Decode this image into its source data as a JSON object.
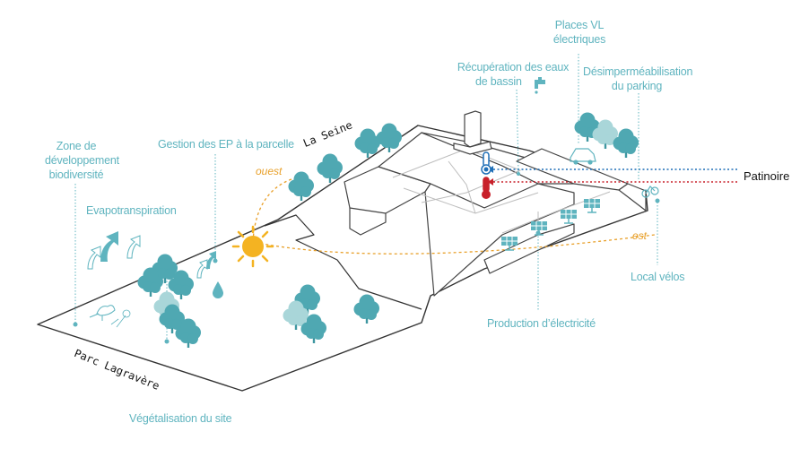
{
  "labels": {
    "places_vl": [
      "Places VL",
      "électriques"
    ],
    "recuperation": [
      "Récupération des eaux",
      "de bassin"
    ],
    "desimper": [
      "Désimperméabilisation",
      "du parking"
    ],
    "zone_dev": [
      "Zone de",
      "développement",
      "biodiversité"
    ],
    "gestion_ep": "Gestion des EP à la parcelle",
    "evapo": "Evapotranspiration",
    "vegetalisation": "Végétalisation du site",
    "production": "Production d’électricité",
    "local_velos": "Local vélos",
    "patinoire": "Patinoire",
    "la_seine": "La Seine",
    "parc": "Parc Lagravère",
    "ouest": "ouest",
    "est": "est"
  },
  "colors": {
    "teal": "#5fb4bf",
    "tree_dark": "#4fa8b2",
    "tree_light": "#a9d6d9",
    "sun": "#f4b322",
    "orange_path": "#e8a02a",
    "cold": "#1f6fb7",
    "hot": "#c8202a",
    "outline": "#333333",
    "building_gray": "#b8b8b8"
  },
  "icons": [
    "sun-icon",
    "tree-icon",
    "solar-panel-icon",
    "thermometer-cold-icon",
    "thermometer-hot-icon",
    "water-tap-icon",
    "water-drop-icon",
    "bird-icon",
    "dandelion-icon",
    "electric-car-icon",
    "bicycle-icon",
    "evapotranspiration-arrows-icon"
  ]
}
